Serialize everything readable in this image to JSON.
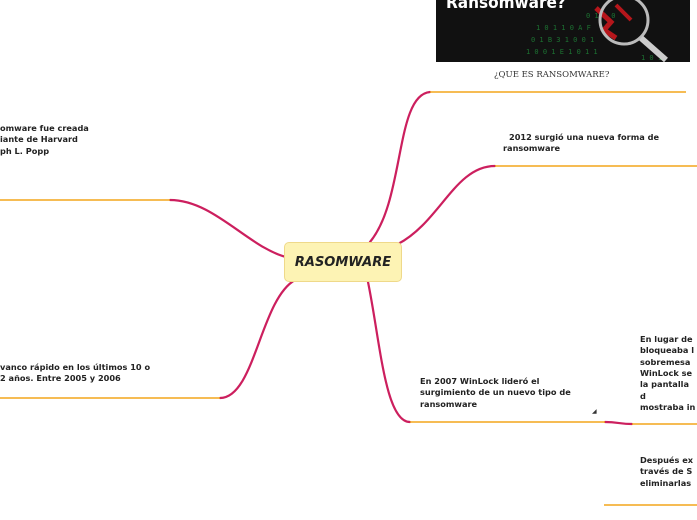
{
  "central": {
    "label": "RASOMWARE"
  },
  "image": {
    "title": "Ransomware?",
    "caption": "¿QUE ES RANSOMWARE?"
  },
  "topics": {
    "left_top": [
      "omware fue creada",
      "iante de Harvard",
      "ph L. Popp"
    ],
    "left_bottom": [
      "vanco rápido en los últimos 10 o",
      "2 años. Entre 2005 y 2006"
    ],
    "right_2012": [
      "2012 surgió una nueva forma de",
      "ransomware"
    ],
    "right_2007": [
      "En 2007 WinLock lideró el",
      "surgimiento de un nuevo tipo de",
      "ransomware"
    ],
    "sub_enlugar": [
      "En lugar de",
      "bloqueaba l",
      "sobremesa",
      "WinLock se",
      "la pantalla d",
      "mostraba in"
    ],
    "sub_despues": [
      "Después ex",
      "través de S",
      "eliminarlas"
    ]
  },
  "colors": {
    "branch": "#cc1f5e",
    "underline": "#f3a51b",
    "central_fill": "#fdf3b4"
  }
}
